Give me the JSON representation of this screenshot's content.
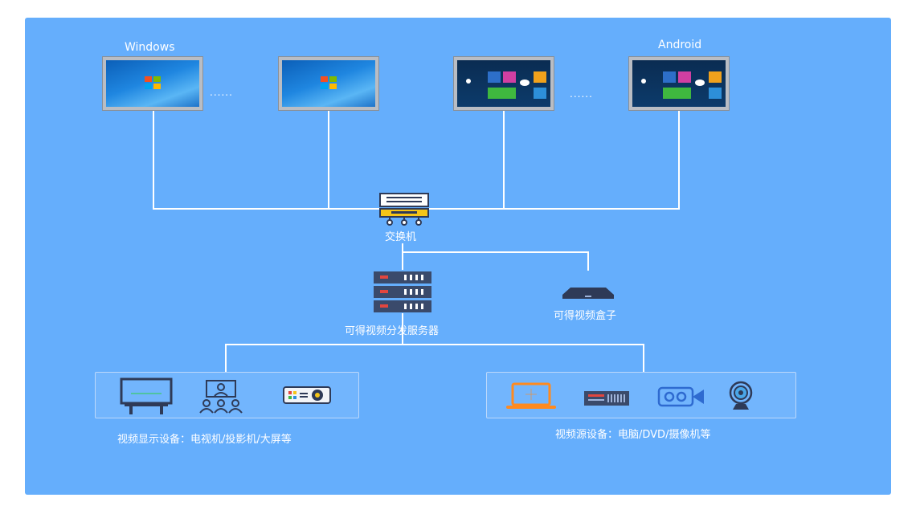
{
  "top_labels": {
    "windows": "Windows",
    "android": "Android"
  },
  "ellipsis": {
    "left": "......",
    "right": "......"
  },
  "switch": {
    "label": "交换机"
  },
  "server": {
    "label": "可得视频分发服务器"
  },
  "box": {
    "label": "可得视频盒子"
  },
  "display_group": {
    "label": "视频显示设备：电视机/投影机/大屏等"
  },
  "source_group": {
    "label": "视频源设备：电脑/DVD/摄像机等"
  },
  "colors": {
    "background": "#65aefc",
    "line": "#ffffff",
    "server_dark": "#3a4a6b",
    "accent_red": "#e2463f",
    "switch_yellow": "#f5c518",
    "icon_dark": "#2e3a57",
    "laptop_orange": "#ff8a1f"
  },
  "icons": [
    "windows-logo-icon",
    "android-tile-icon",
    "switch-icon",
    "server-rack-icon",
    "set-top-box-icon",
    "whiteboard-tv-icon",
    "meeting-room-icon",
    "projector-icon",
    "laptop-icon",
    "dvd-player-icon",
    "video-camera-icon",
    "webcam-icon"
  ]
}
